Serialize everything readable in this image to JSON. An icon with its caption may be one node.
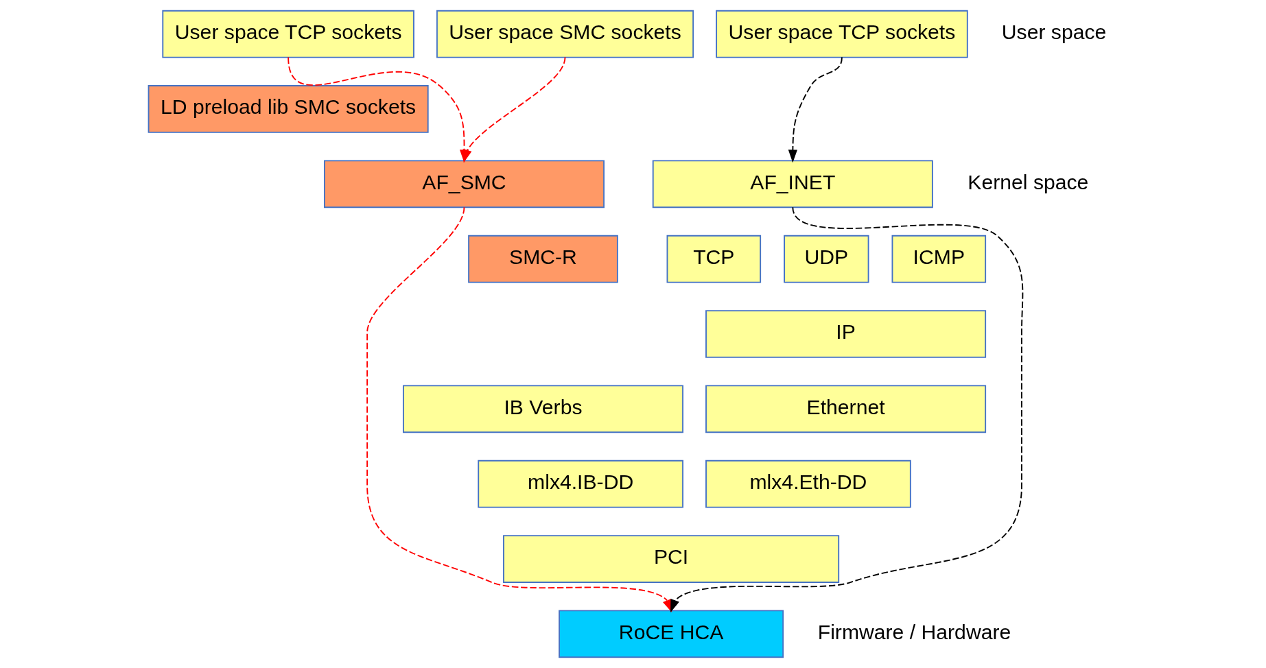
{
  "diagram": {
    "nodes": [
      {
        "text": [
          "User space TCP sockets"
        ]
      },
      {
        "text": [
          "User space SMC sockets"
        ]
      },
      {
        "text": [
          "User space TCP sockets"
        ]
      },
      {
        "text": [
          "LD preload lib SMC sockets"
        ]
      },
      {
        "text": [
          "AF_SMC"
        ]
      },
      {
        "text": [
          "AF_INET"
        ]
      },
      {
        "text": [
          "SMC-R"
        ]
      },
      {
        "text": [
          "TCP"
        ]
      },
      {
        "text": [
          "UDP"
        ]
      },
      {
        "text": [
          "ICMP"
        ]
      },
      {
        "text": [
          "IP"
        ]
      },
      {
        "text": [
          "IB Verbs"
        ]
      },
      {
        "text": [
          "Ethernet"
        ]
      },
      {
        "text": [
          "mlx4.IB-DD"
        ]
      },
      {
        "text": [
          "mlx4.Eth-DD"
        ]
      },
      {
        "text": [
          "PCI"
        ]
      },
      {
        "text": [
          "RoCE HCA"
        ]
      }
    ],
    "edges": [
      {
        "from": 0,
        "to": 4,
        "arrow": "to",
        "style": "dashed",
        "color": "#ff0000"
      },
      {
        "from": 1,
        "to": 4,
        "arrow": "to",
        "style": "dashed",
        "color": "#ff0000"
      },
      {
        "from": 2,
        "to": 5,
        "arrow": "to",
        "style": "dashed",
        "color": "#000000"
      },
      {
        "from": 4,
        "to": 16,
        "arrow": "to",
        "style": "dashed",
        "color": "#ff0000"
      },
      {
        "from": 5,
        "to": 16,
        "arrow": "to",
        "style": "dashed",
        "color": "#000000"
      }
    ],
    "labels": [
      "User space",
      "Kernel space",
      "Firmware / Hardware"
    ]
  }
}
